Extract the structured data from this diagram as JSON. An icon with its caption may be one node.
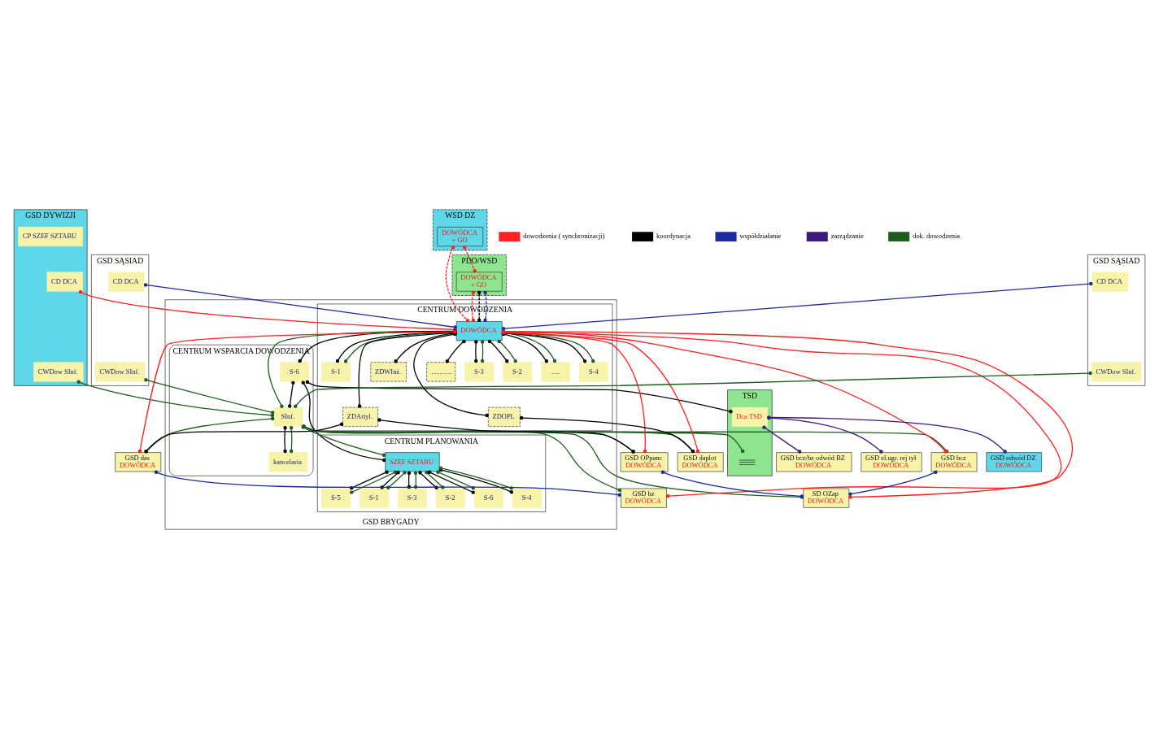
{
  "diagram": {
    "nodes": [
      {
        "text": [
          "WSD DZ"
        ]
      },
      {
        "text": [
          "DOWÓDCA",
          "+ GO"
        ],
        "in": 0
      },
      {
        "text": [
          "PDO/WSD"
        ]
      },
      {
        "text": [
          "DOWÓDCA",
          "+ GO"
        ],
        "in": 2
      },
      {
        "text": [
          "GSD DYWIZJI"
        ]
      },
      {
        "text": [
          "CD DCA"
        ],
        "in": 4
      },
      {
        "text": [
          "CP SZEF SZTABU"
        ],
        "in": 4
      },
      {
        "text": [
          "CWDow SInf."
        ],
        "in": 4
      },
      {
        "text": [
          "GSD BRYGADY"
        ]
      },
      {
        "text": [
          "CENTRUM WSPARCIA DOWODZENIA"
        ],
        "in": 8
      },
      {
        "text": [
          "S-6"
        ],
        "in": 9
      },
      {
        "text": [
          "SInf."
        ],
        "in": 9
      },
      {
        "text": [
          "kancelaria"
        ],
        "in": 9
      },
      {
        "text": [
          "CENTRUM DOWODZENIA"
        ],
        "in": 8
      },
      {
        "text": [
          "DOWÓDCA"
        ],
        "in": 13
      },
      {
        "text": [
          "S-3"
        ],
        "in": 13
      },
      {
        "text": [
          "S-2"
        ],
        "in": 13
      },
      {
        "text": [
          "....."
        ],
        "in": 13
      },
      {
        "text": [
          "S-4"
        ],
        "in": 13
      },
      {
        "text": [
          "S-1"
        ],
        "in": 13
      },
      {
        "text": [
          "ZDArtyl."
        ],
        "in": 13
      },
      {
        "text": [
          "ZDWInż."
        ],
        "in": 13
      },
      {
        "text": [
          "ZDOPL"
        ],
        "in": 13
      },
      {
        "text": [
          "............"
        ],
        "in": 13
      },
      {
        "text": [
          "CENTRUM PLANOWANIA"
        ],
        "in": 8
      },
      {
        "text": [
          "SZEF SZTABU"
        ],
        "in": 24
      },
      {
        "text": [
          "S-3"
        ],
        "in": 24
      },
      {
        "text": [
          "S-2"
        ],
        "in": 24
      },
      {
        "text": [
          "S-6"
        ],
        "in": 24
      },
      {
        "text": [
          "S-4"
        ],
        "in": 24
      },
      {
        "text": [
          "S-5"
        ],
        "in": 24
      },
      {
        "text": [
          "S-1"
        ],
        "in": 24
      },
      {
        "text": [
          "GSD SĄSIAD"
        ]
      },
      {
        "text": [
          "CD DCA"
        ],
        "in": 32
      },
      {
        "text": [
          "CWDow SInf."
        ],
        "in": 32
      },
      {
        "text": [
          "GSD SĄSIAD"
        ]
      },
      {
        "text": [
          "CD DCA"
        ],
        "in": 35
      },
      {
        "text": [
          "CWDow SInf."
        ],
        "in": 35
      },
      {
        "text": [
          "GSD daplot",
          "DOWÓDCA"
        ]
      },
      {
        "text": [
          "GSD bcz",
          "DOWÓDCA"
        ]
      },
      {
        "text": [
          "GSD das",
          "DOWÓDCA"
        ]
      },
      {
        "text": [
          "GSD bz",
          "DOWÓDCA"
        ]
      },
      {
        "text": [
          "GSD OPpanc",
          "DOWÓDCA"
        ]
      },
      {
        "text": [
          "SD OZap",
          "DOWÓDCA"
        ]
      },
      {
        "text": [
          "TSD"
        ]
      },
      {
        "text": [
          "Dca TSD"
        ],
        "in": 44
      },
      {
        "text": [],
        "shape": "picture",
        "in": 44
      },
      {
        "text": [
          "GSD bcz/bz odwód BZ",
          "DOWÓDCA"
        ]
      },
      {
        "text": [
          "GSD el.ugr. rej tył",
          "DOWÓDCA"
        ]
      },
      {
        "text": [
          "GSD odwód DZ",
          "DOWÓDCA"
        ]
      }
    ],
    "edges": [
      {
        "from": 1,
        "to": 3,
        "arrow": "other",
        "style": "dashed",
        "color": "#ff2020"
      },
      {
        "from": 1,
        "to": 14,
        "arrow": "other",
        "style": "dashed",
        "color": "#ff2020"
      },
      {
        "from": 5,
        "to": 14,
        "arrow": "other",
        "color": "#ff2020"
      },
      {
        "from": 3,
        "to": 14,
        "arrow": "other",
        "style": "dashed",
        "color": "#ff2020"
      },
      {
        "from": 3,
        "to": 14,
        "arrow": "other",
        "style": "dashed",
        "color": "#000000"
      },
      {
        "from": 3,
        "to": 14,
        "arrow": "other",
        "style": "dashed",
        "color": "#1a2aa0"
      },
      {
        "from": 7,
        "to": 11,
        "arrow": "other",
        "color": "#1d5e1d"
      },
      {
        "from": 10,
        "to": 11,
        "arrow": "other",
        "color": "#000000"
      },
      {
        "from": 11,
        "to": 12,
        "arrow": "other",
        "color": "#000000"
      },
      {
        "from": 11,
        "to": 12,
        "arrow": "other",
        "color": "#1d5e1d"
      },
      {
        "from": 14,
        "to": 10,
        "arrow": "other",
        "color": "#000000"
      },
      {
        "from": 10,
        "to": 25,
        "arrow": "other",
        "color": "#000000"
      },
      {
        "from": 10,
        "to": 45,
        "arrow": "other",
        "color": "#000000"
      },
      {
        "from": 11,
        "to": 14,
        "arrow": "other",
        "color": "#1d5e1d"
      },
      {
        "from": 11,
        "to": 25,
        "arrow": "other",
        "color": "#1d5e1d"
      },
      {
        "from": 11,
        "to": 46,
        "arrow": "other",
        "color": "#1d5e1d"
      },
      {
        "from": 14,
        "to": 15,
        "arrow": "other",
        "color": "#000000"
      },
      {
        "from": 14,
        "to": 16,
        "arrow": "other",
        "color": "#000000"
      },
      {
        "from": 14,
        "to": 17,
        "arrow": "other",
        "color": "#000000"
      },
      {
        "from": 14,
        "to": 18,
        "arrow": "other",
        "color": "#000000"
      },
      {
        "from": 14,
        "to": 19,
        "arrow": "other",
        "color": "#000000"
      },
      {
        "from": 14,
        "to": 15,
        "arrow": "other",
        "color": "#1d5e1d"
      },
      {
        "from": 14,
        "to": 16,
        "arrow": "other",
        "color": "#1d5e1d"
      },
      {
        "from": 14,
        "to": 17,
        "arrow": "other",
        "color": "#1d5e1d"
      },
      {
        "from": 14,
        "to": 18,
        "arrow": "other",
        "color": "#1d5e1d"
      },
      {
        "from": 14,
        "to": 19,
        "arrow": "other",
        "color": "#1d5e1d"
      },
      {
        "from": 14,
        "to": 20,
        "arrow": "other",
        "color": "#000000"
      },
      {
        "from": 14,
        "to": 21,
        "arrow": "other",
        "color": "#000000"
      },
      {
        "from": 14,
        "to": 22,
        "arrow": "other",
        "color": "#000000"
      },
      {
        "from": 14,
        "to": 23,
        "arrow": "other",
        "color": "#000000"
      },
      {
        "from": 25,
        "to": 26,
        "arrow": "other",
        "color": "#000000"
      },
      {
        "from": 25,
        "to": 27,
        "arrow": "other",
        "color": "#000000"
      },
      {
        "from": 25,
        "to": 28,
        "arrow": "other",
        "color": "#000000"
      },
      {
        "from": 25,
        "to": 29,
        "arrow": "other",
        "color": "#000000"
      },
      {
        "from": 25,
        "to": 30,
        "arrow": "other",
        "color": "#000000"
      },
      {
        "from": 25,
        "to": 31,
        "arrow": "other",
        "color": "#000000"
      },
      {
        "from": 25,
        "to": 26,
        "arrow": "other",
        "color": "#1d5e1d"
      },
      {
        "from": 25,
        "to": 27,
        "arrow": "other",
        "color": "#1d5e1d"
      },
      {
        "from": 25,
        "to": 28,
        "arrow": "other",
        "color": "#1d5e1d"
      },
      {
        "from": 25,
        "to": 29,
        "arrow": "other",
        "color": "#1d5e1d"
      },
      {
        "from": 25,
        "to": 30,
        "arrow": "other",
        "color": "#1d5e1d"
      },
      {
        "from": 25,
        "to": 31,
        "arrow": "other",
        "color": "#1d5e1d"
      },
      {
        "from": 33,
        "to": 14,
        "arrow": "other",
        "color": "#1a2aa0"
      },
      {
        "from": 36,
        "to": 14,
        "arrow": "other",
        "color": "#1a2aa0"
      },
      {
        "from": 34,
        "to": 11,
        "arrow": "other",
        "color": "#1d5e1d"
      },
      {
        "from": 37,
        "to": 11,
        "arrow": "other",
        "color": "#1d5e1d"
      },
      {
        "from": 20,
        "to": 40,
        "arrow": "other",
        "color": "#000000"
      },
      {
        "from": 20,
        "to": 42,
        "arrow": "other",
        "color": "#000000"
      },
      {
        "from": 22,
        "to": 38,
        "arrow": "other",
        "color": "#000000"
      },
      {
        "from": 14,
        "to": 38,
        "arrow": "other",
        "color": "#ff2020"
      },
      {
        "from": 14,
        "to": 39,
        "arrow": "other",
        "color": "#ff2020"
      },
      {
        "from": 14,
        "to": 40,
        "arrow": "other",
        "color": "#ff2020"
      },
      {
        "from": 14,
        "to": 41,
        "arrow": "other",
        "color": "#ff2020"
      },
      {
        "from": 14,
        "to": 42,
        "arrow": "other",
        "color": "#ff2020"
      },
      {
        "from": 14,
        "to": 43,
        "arrow": "other",
        "color": "#ff2020"
      },
      {
        "from": 11,
        "to": 38,
        "arrow": "other",
        "color": "#1d5e1d"
      },
      {
        "from": 11,
        "to": 39,
        "arrow": "other",
        "color": "#1d5e1d"
      },
      {
        "from": 11,
        "to": 40,
        "arrow": "other",
        "color": "#1d5e1d"
      },
      {
        "from": 11,
        "to": 41,
        "arrow": "other",
        "color": "#1d5e1d"
      },
      {
        "from": 11,
        "to": 42,
        "arrow": "other",
        "color": "#1d5e1d"
      },
      {
        "from": 11,
        "to": 43,
        "arrow": "other",
        "color": "#1d5e1d"
      },
      {
        "from": 40,
        "to": 41,
        "arrow": "other",
        "color": "#1a2aa0"
      },
      {
        "from": 42,
        "to": 43,
        "arrow": "other",
        "color": "#1a2aa0"
      },
      {
        "from": 39,
        "to": 43,
        "arrow": "other",
        "color": "#1a2aa0"
      },
      {
        "from": 45,
        "to": 47,
        "arrow": "other",
        "color": "#3d1a80"
      },
      {
        "from": 45,
        "to": 48,
        "arrow": "other",
        "color": "#3d1a80"
      },
      {
        "from": 45,
        "to": 49,
        "arrow": "other",
        "color": "#3d1a80"
      }
    ],
    "legend": [
      {
        "text": "dowodzenia ( synchronizacji)"
      },
      {
        "text": "koordynacja"
      },
      {
        "text": "współdziałanie"
      },
      {
        "text": "zarządzanie"
      },
      {
        "text": "dok. dowodzenia"
      }
    ]
  }
}
